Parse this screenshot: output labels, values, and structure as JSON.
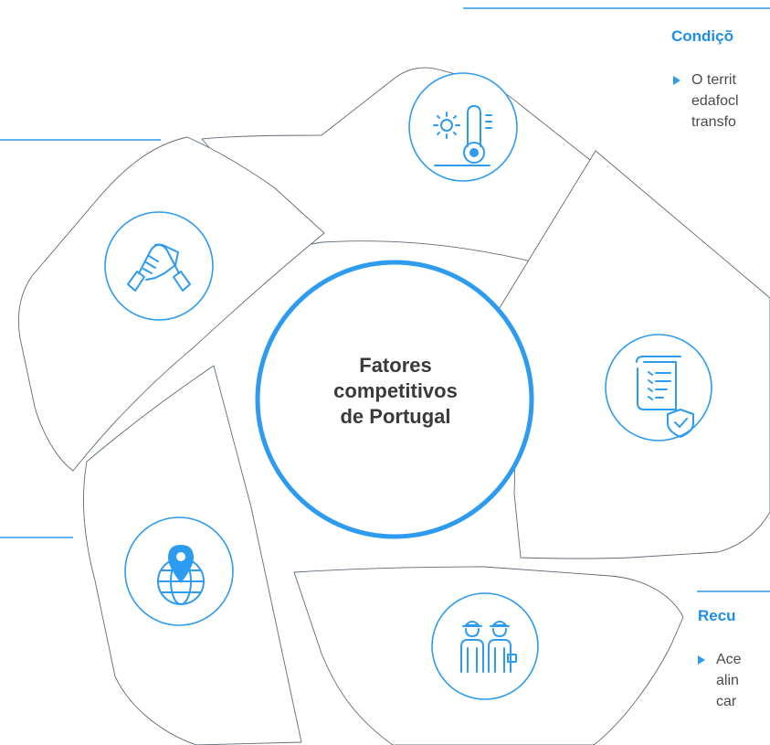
{
  "diagram": {
    "center_title_lines": [
      "Fatores",
      "competitivos",
      "de Portugal"
    ]
  },
  "blocks": {
    "top_right": {
      "heading": "Condiçõ",
      "bullet_lines": [
        "O territ",
        "edafocl",
        "transfo"
      ]
    },
    "bottom_right": {
      "heading": "Recu",
      "bullet_lines": [
        "Ace",
        "alin",
        "car"
      ]
    }
  },
  "icons": [
    "climate-thermometer-icon",
    "handshake-icon",
    "compliance-document-icon",
    "location-globe-icon",
    "workers-icon"
  ],
  "colors": {
    "accent": "#2d9bf0",
    "heading": "#1f8ee6",
    "outline": "#5f6b75",
    "text": "#4a4a4a"
  }
}
